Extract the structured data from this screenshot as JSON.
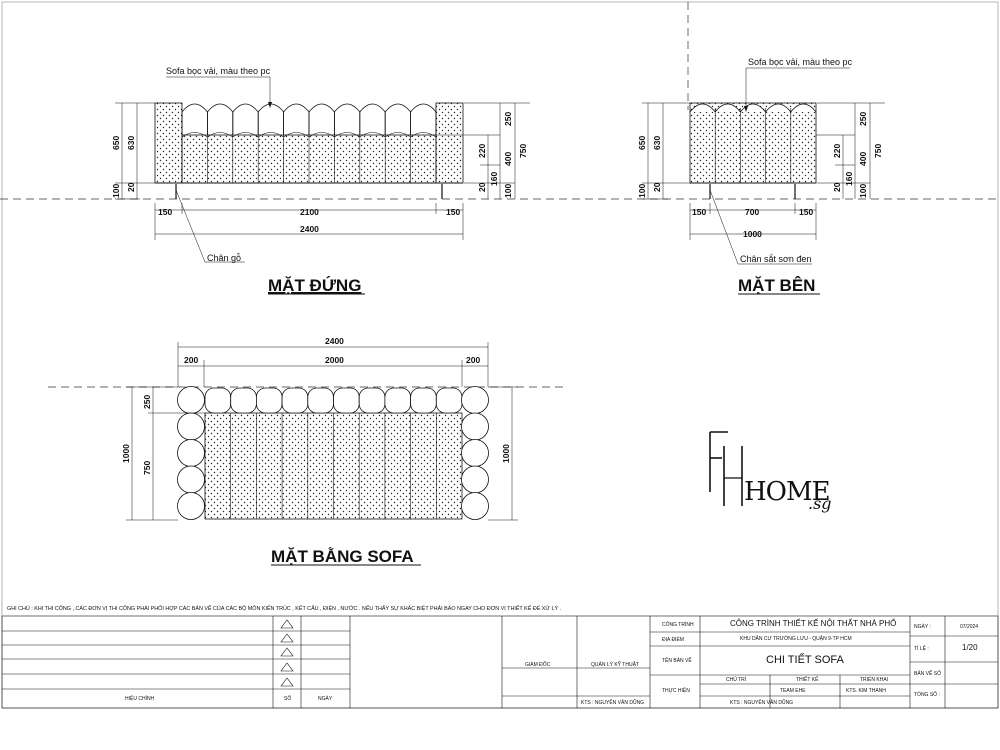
{
  "views": {
    "front": {
      "title": "MẶT ĐỨNG",
      "callout_fabric": "Sofa bọc vải, màu theo pc",
      "callout_leg": "Chân gỗ",
      "dims": {
        "w_left": "150",
        "w_mid": "2100",
        "w_right": "150",
        "w_total": "2400",
        "h_650": "650",
        "h_630": "630",
        "h_100": "100",
        "h_20": "20",
        "r_250": "250",
        "r_220": "220",
        "r_400": "400",
        "r_750": "750",
        "r_160": "160",
        "r_20": "20",
        "r_100": "100"
      }
    },
    "side": {
      "title": "MẶT BÊN",
      "callout_fabric": "Sofa bọc vải, màu theo pc",
      "callout_leg": "Chân sắt sơn đen",
      "dims": {
        "w_left": "150",
        "w_mid": "700",
        "w_right": "150",
        "w_total": "1000",
        "h_650": "650",
        "h_630": "630",
        "h_100": "100",
        "h_20": "20",
        "r_250": "250",
        "r_220": "220",
        "r_400": "400",
        "r_750": "750",
        "r_160": "160",
        "r_20": "20",
        "r_100": "100"
      }
    },
    "plan": {
      "title": "MẶT BẰNG SOFA",
      "dims": {
        "w_total": "2400",
        "w_left": "200",
        "w_mid": "2000",
        "w_right": "200",
        "l_1000": "1000",
        "l_250": "250",
        "l_750": "750",
        "r_1000": "1000"
      }
    }
  },
  "logo": {
    "main": "HOME",
    "suffix": ".sg",
    "letter": "F"
  },
  "note": "GHI CHÚ : KHI THI CÔNG , CÁC ĐƠN VỊ THI CÔNG PHẢI PHỐI HỢP CÁC BẢN VẼ CỦA CÁC BỘ MÔN KIẾN TRÚC , KẾT CẤU , ĐIỆN , NƯỚC . NẾU THẤY SỰ KHÁC BIỆT PHẢI BÁO NGAY CHO ĐƠN VỊ THIẾT KẾ ĐỂ XỬ LÝ .",
  "title_block": {
    "revision_label": "HIỆU CHỈNH",
    "no_label": "SỐ",
    "date_label": "NGÀY",
    "director_label": "GIÁM ĐỐC",
    "tech_label": "QUẢN LÝ KỸ THUẬT",
    "tech_name": "KTS : NGUYỄN VĂN DŨNG",
    "project_label": "CÔNG TRÌNH",
    "project_value": "CÔNG TRÌNH THIẾT KẾ NỘI THẤT NHÀ PHỐ",
    "location_label": "ĐỊA ĐIỂM",
    "location_value": "KHU DÂN CƯ TRƯỜNG LƯU - QUẬN 9-TP HCM",
    "drawing_label": "TÊN BẢN VẼ",
    "drawing_value": "CHI TIẾT SOFA",
    "executor_label": "THỰC HIỆN",
    "owner_label": "CHỦ TRÌ",
    "designer_label": "THIẾT KẾ",
    "deploy_label": "TRIỂN KHAI",
    "designer_value": "TEAM EHE",
    "deploy_value": "KTS. KIM THANH",
    "owner_value": "KTS : NGUYỄN VĂN DŨNG",
    "date_key": "NGÀY :",
    "date_value": "07/2024",
    "scale_key": "TỈ LỆ :",
    "scale_value": "1/20",
    "sheet_key": "BẢN VẼ SỐ",
    "total_key": "TỔNG SỐ :"
  }
}
